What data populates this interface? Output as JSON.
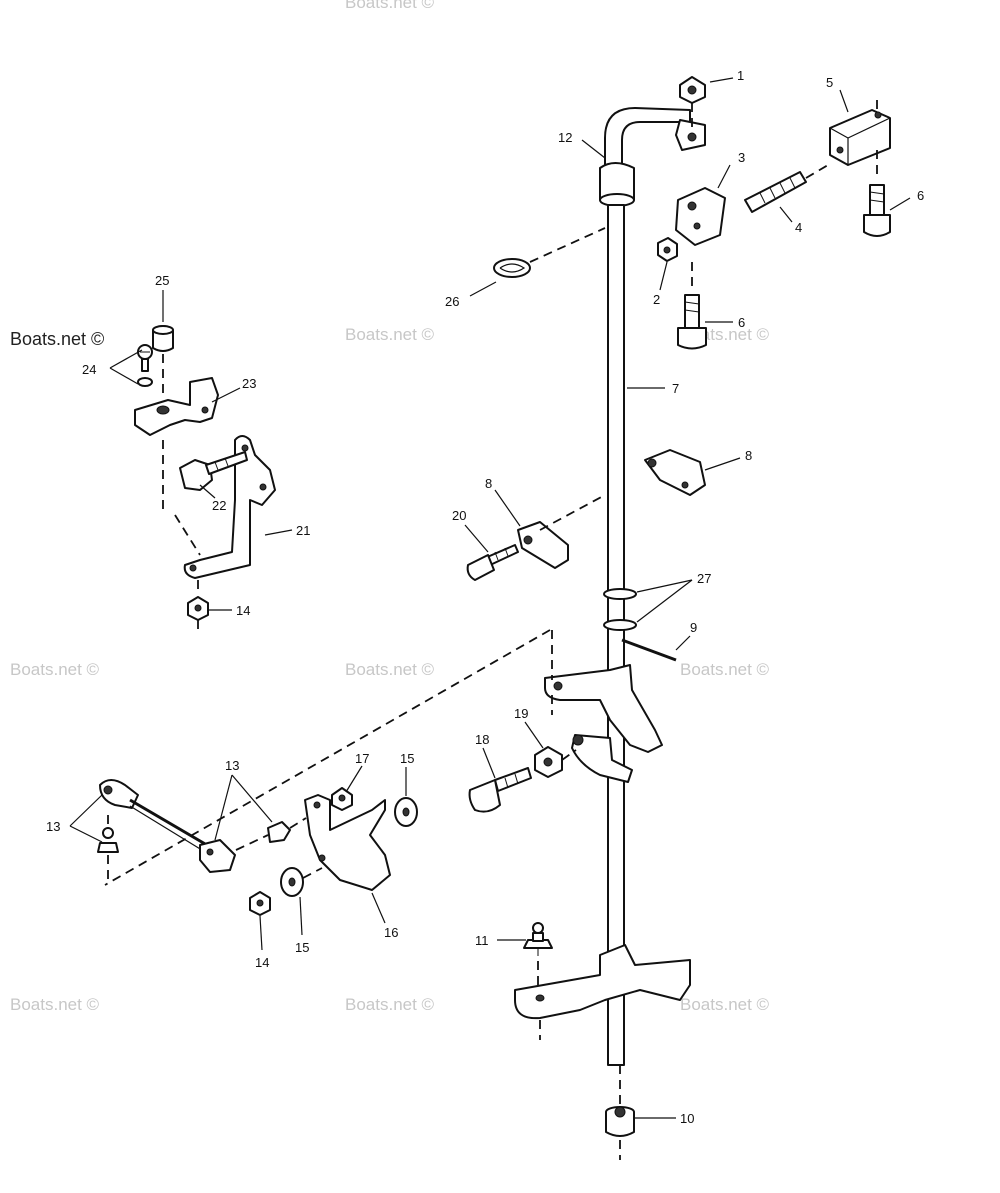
{
  "watermarks": [
    "Boats.net ©",
    "Boats.net ©",
    "Boats.net ©",
    "Boats.net ©",
    "Boats.net ©",
    "Boats.net ©",
    "Boats.net ©",
    "Boats.net ©",
    "Boats.net ©",
    "Boats.net ©"
  ],
  "callouts": {
    "c1": "1",
    "c2": "2",
    "c3": "3",
    "c4": "4",
    "c5": "5",
    "c6a": "6",
    "c6b": "6",
    "c7": "7",
    "c8a": "8",
    "c8b": "8",
    "c9": "9",
    "c10": "10",
    "c11": "11",
    "c12": "12",
    "c13a": "13",
    "c13b": "13",
    "c14a": "14",
    "c14b": "14",
    "c15a": "15",
    "c15b": "15",
    "c16": "16",
    "c17": "17",
    "c18": "18",
    "c19": "19",
    "c20": "20",
    "c21": "21",
    "c22": "22",
    "c23": "23",
    "c24": "24",
    "c25": "25",
    "c26": "26",
    "c27": "27"
  },
  "colors": {
    "ink": "#111111",
    "watermark": "#c7c7c7",
    "background": "#ffffff"
  }
}
